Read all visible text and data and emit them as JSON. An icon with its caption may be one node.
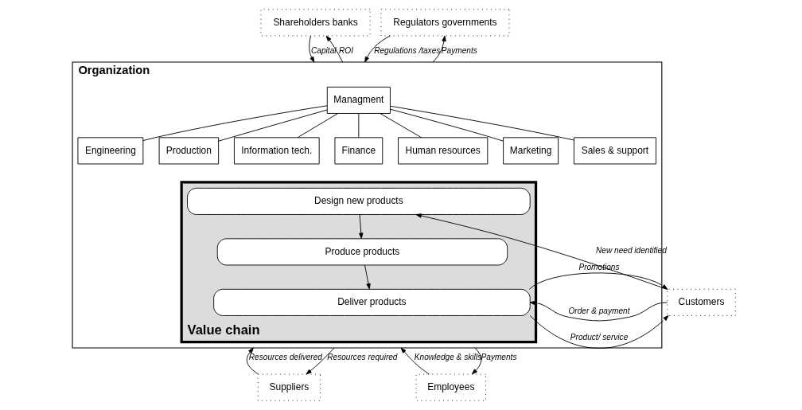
{
  "diagram": {
    "nodes": [
      {
        "text": [
          "Shareholders banks"
        ]
      },
      {
        "text": [
          "Regulators governments"
        ]
      },
      {
        "text": [
          "Organization"
        ]
      },
      {
        "text": [
          "Managment"
        ],
        "in": 2
      },
      {
        "text": [
          "Engineering"
        ],
        "in": 2
      },
      {
        "text": [
          "Production"
        ],
        "in": 2
      },
      {
        "text": [
          "Information tech."
        ],
        "in": 2
      },
      {
        "text": [
          "Finance"
        ],
        "in": 2
      },
      {
        "text": [
          "Human resources"
        ],
        "in": 2
      },
      {
        "text": [
          "Marketing"
        ],
        "in": 2
      },
      {
        "text": [
          "Sales & support"
        ],
        "in": 2
      },
      {
        "text": [
          "Value chain"
        ],
        "in": 2
      },
      {
        "text": [
          "Design new products"
        ],
        "in": 11
      },
      {
        "text": [
          "Produce products"
        ],
        "in": 11
      },
      {
        "text": [
          "Deliver products"
        ],
        "in": 11
      },
      {
        "text": [
          "Customers"
        ]
      },
      {
        "text": [
          "Suppliers"
        ]
      },
      {
        "text": [
          "Employees"
        ]
      }
    ],
    "edges": [
      {
        "from": 0,
        "to": 2,
        "arrow": "to",
        "label": "Capital"
      },
      {
        "from": 2,
        "to": 0,
        "arrow": "to",
        "label": "ROI"
      },
      {
        "from": 1,
        "to": 2,
        "arrow": "to",
        "label": "Regulations /taxes"
      },
      {
        "from": 2,
        "to": 1,
        "arrow": "to",
        "label": "Payments"
      },
      {
        "from": 3,
        "to": 4,
        "arrow": "none"
      },
      {
        "from": 3,
        "to": 5,
        "arrow": "none"
      },
      {
        "from": 3,
        "to": 6,
        "arrow": "none"
      },
      {
        "from": 3,
        "to": 7,
        "arrow": "none"
      },
      {
        "from": 3,
        "to": 8,
        "arrow": "none"
      },
      {
        "from": 3,
        "to": 9,
        "arrow": "none"
      },
      {
        "from": 3,
        "to": 10,
        "arrow": "none"
      },
      {
        "from": 12,
        "to": 13,
        "arrow": "to"
      },
      {
        "from": 13,
        "to": 14,
        "arrow": "to"
      },
      {
        "from": 15,
        "to": 12,
        "arrow": "to",
        "label": "New need identified"
      },
      {
        "from": 14,
        "to": 15,
        "arrow": "to",
        "label": "Promotions"
      },
      {
        "from": 15,
        "to": 14,
        "arrow": "to",
        "label": "Order & payment"
      },
      {
        "from": 14,
        "to": 15,
        "arrow": "to",
        "label": "Product/ service"
      },
      {
        "from": 16,
        "to": 2,
        "arrow": "to",
        "label": "Resources delivered"
      },
      {
        "from": 2,
        "to": 16,
        "arrow": "to",
        "label": "Resources required"
      },
      {
        "from": 17,
        "to": 2,
        "arrow": "to",
        "label": "Knowledge & skills"
      },
      {
        "from": 2,
        "to": 17,
        "arrow": "to",
        "label": "Payments"
      }
    ]
  }
}
